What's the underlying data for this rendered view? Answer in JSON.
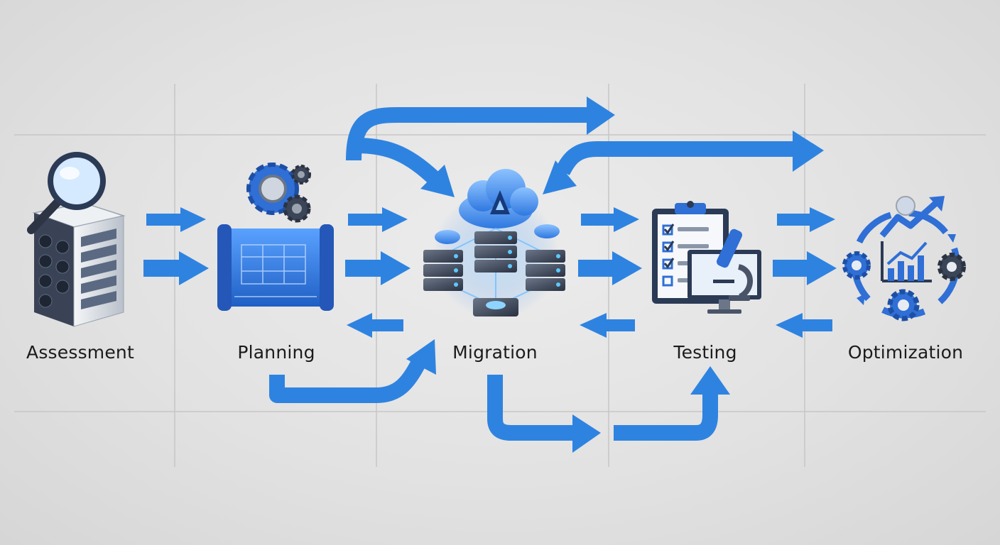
{
  "stages": [
    {
      "id": "assessment",
      "label": "Assessment",
      "icon": "server-magnifier-icon"
    },
    {
      "id": "planning",
      "label": "Planning",
      "icon": "blueprint-gears-icon"
    },
    {
      "id": "migration",
      "label": "Migration",
      "icon": "cloud-servers-icon"
    },
    {
      "id": "testing",
      "label": "Testing",
      "icon": "checklist-microscope-icon"
    },
    {
      "id": "optimization",
      "label": "Optimization",
      "icon": "gears-growth-chart-icon"
    }
  ],
  "colors": {
    "arrow": "#2e83e0",
    "icon_blue": "#2f6fd6",
    "icon_dark": "#2b3a55",
    "grid": "#c6c6c6",
    "label": "#1b1b1b"
  }
}
